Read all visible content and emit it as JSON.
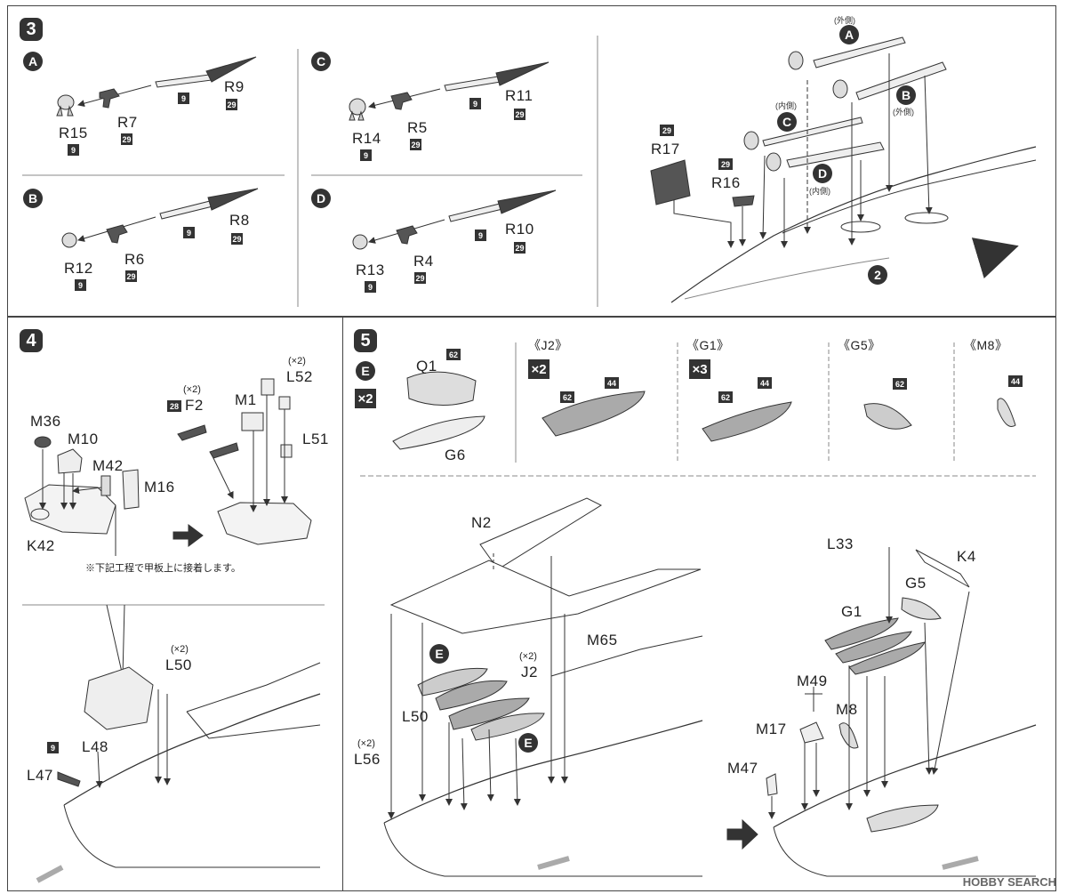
{
  "step3": {
    "number": "3",
    "A": {
      "letter": "A",
      "parts": [
        "R15",
        "R7",
        "R9"
      ],
      "sprues": [
        "9",
        "29",
        "9",
        "29"
      ]
    },
    "B": {
      "letter": "B",
      "parts": [
        "R12",
        "R6",
        "R8"
      ],
      "sprues": [
        "9",
        "29",
        "9",
        "29"
      ]
    },
    "C": {
      "letter": "C",
      "parts": [
        "R14",
        "R5",
        "R11"
      ],
      "sprues": [
        "9",
        "29",
        "9",
        "29"
      ]
    },
    "D": {
      "letter": "D",
      "parts": [
        "R13",
        "R4",
        "R10"
      ],
      "sprues": [
        "9",
        "29",
        "9",
        "29"
      ]
    },
    "right": {
      "outer": "(外側)",
      "inner": "(内側)",
      "letters": [
        "A",
        "B",
        "C",
        "D"
      ],
      "R17": "R17",
      "R16": "R16",
      "sprue": "29",
      "ref": "2"
    }
  },
  "step4": {
    "number": "4",
    "parts": {
      "M36": "M36",
      "M10": "M10",
      "M42": "M42",
      "M16": "M16",
      "K42": "K42",
      "F2": "F2",
      "M1": "M1",
      "L52": "L52",
      "L51": "L51",
      "L50": "L50",
      "L48": "L48",
      "L47": "L47"
    },
    "x2": "(×2)",
    "sprue_F2": "28",
    "sprue_L47": "9",
    "note": "※下記工程で甲板上に接着します。"
  },
  "step5": {
    "number": "5",
    "E": "E",
    "x2": "×2",
    "x3": "×3",
    "Q1": "Q1",
    "G6": "G6",
    "groups": [
      "《J2》",
      "《G1》",
      "《G5》",
      "《M8》"
    ],
    "sprues": [
      "62",
      "62",
      "44",
      "62",
      "44",
      "62",
      "44"
    ],
    "lower": {
      "N2": "N2",
      "M65": "M65",
      "J2": "J2",
      "x2": "(×2)",
      "L50": "L50",
      "L56": "L56",
      "L33": "L33",
      "K4": "K4",
      "G5": "G5",
      "G1": "G1",
      "M49": "M49",
      "M8": "M8",
      "M17": "M17",
      "M47": "M47"
    }
  },
  "watermark": "HOBBY SEARCH"
}
